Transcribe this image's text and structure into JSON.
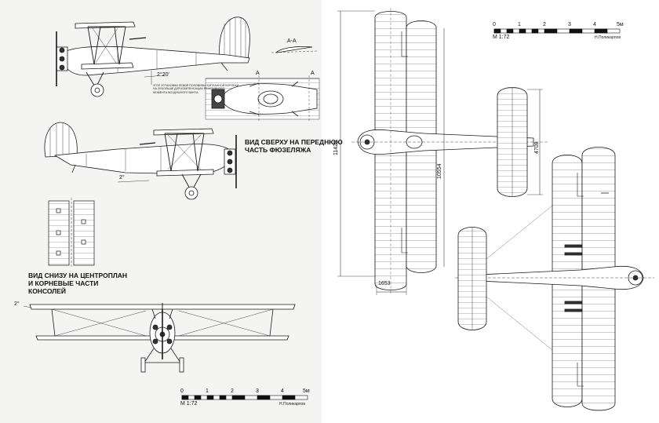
{
  "side_view_top": {
    "angle_label": "2°20'",
    "section_label": "A-A",
    "note_lines": [
      "УГОЛ УСТАНОВКИ ЛЕВОЙ ПОЛОВИНЫ БИПЛАННОЙ КОРОБКИ",
      "НА 20'БОЛЬШЕ ДЛЯ КОМПЕНСАЦИИ РЕАКТИВНОГО",
      "МОМЕНТА ВОЗДУШНОГО ВИНТА"
    ]
  },
  "top_fuselage_view": {
    "cut_label": "A",
    "caption_lines": [
      "ВИД СВЕРХУ НА ПЕРЕДНЮЮ",
      "ЧАСТЬ ФЮЗЕЛЯЖА"
    ]
  },
  "side_view_bottom": {
    "angle_label": "2°"
  },
  "bottom_view": {
    "caption_lines": [
      "ВИД СНИЗУ НА ЦЕНТРОПЛАН",
      "И КОРНЕВЫЕ ЧАСТИ",
      "КОНСОЛЕЙ"
    ]
  },
  "front_view": {
    "angle_label": "2°"
  },
  "plan_view": {
    "dim_span": "11420",
    "dim_length": "10554",
    "dim_tail_span": "4708",
    "dim_chord": "1653"
  },
  "scale_bar_top": {
    "ticks": [
      "0",
      "1",
      "2",
      "3",
      "4",
      "5м"
    ],
    "scale_label": "М 1:72",
    "author": "Н.Поликарпов"
  },
  "scale_bar_bottom": {
    "ticks": [
      "0",
      "1",
      "2",
      "3",
      "4",
      "5м"
    ],
    "scale_label": "М 1:72",
    "author": "Н.Поликарпов"
  }
}
